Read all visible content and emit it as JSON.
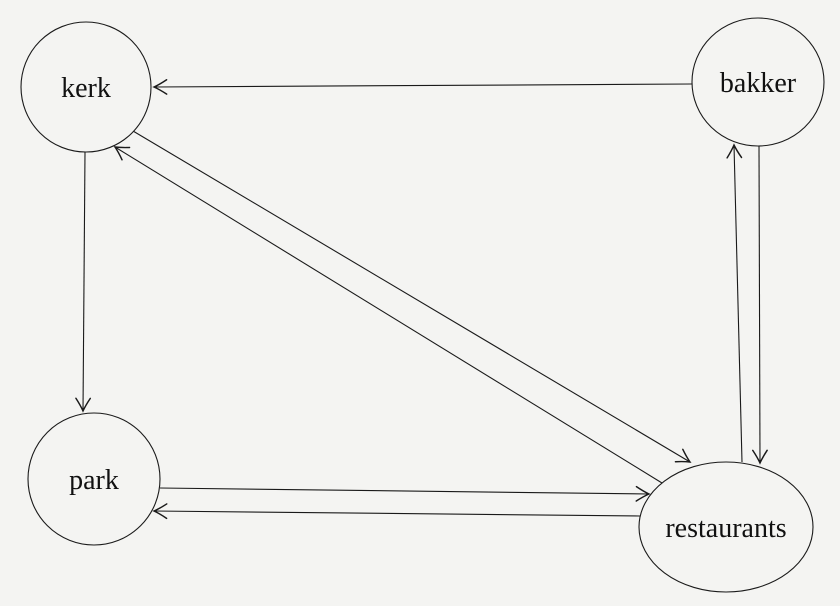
{
  "diagram": {
    "type": "directed-graph",
    "background_color": "#f4f4f2",
    "stroke_color": "#1a1a1a",
    "label_color": "#111111",
    "nodes": [
      {
        "id": "kerk",
        "label": "kerk",
        "shape": "circle"
      },
      {
        "id": "bakker",
        "label": "bakker",
        "shape": "circle"
      },
      {
        "id": "park",
        "label": "park",
        "shape": "circle"
      },
      {
        "id": "restaurants",
        "label": "restaurants",
        "shape": "ellipse"
      }
    ],
    "edges": [
      {
        "from": "bakker",
        "to": "kerk"
      },
      {
        "from": "kerk",
        "to": "park"
      },
      {
        "from": "kerk",
        "to": "restaurants"
      },
      {
        "from": "restaurants",
        "to": "kerk"
      },
      {
        "from": "park",
        "to": "restaurants"
      },
      {
        "from": "restaurants",
        "to": "park"
      },
      {
        "from": "bakker",
        "to": "restaurants"
      },
      {
        "from": "restaurants",
        "to": "bakker"
      }
    ]
  }
}
